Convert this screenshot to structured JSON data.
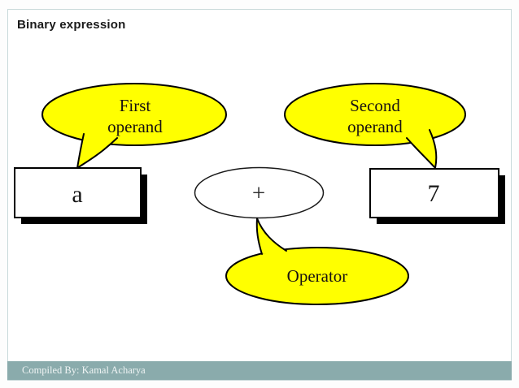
{
  "slide": {
    "title": "Binary expression",
    "footer": "Compiled By: Kamal Acharya"
  },
  "diagram": {
    "callouts": {
      "first": {
        "lines": [
          "First",
          "operand"
        ]
      },
      "second": {
        "lines": [
          "Second",
          "operand"
        ]
      },
      "operator": {
        "lines": [
          "Operator"
        ]
      }
    },
    "operand_left": "a",
    "operand_right": "7",
    "operator_symbol": "+"
  },
  "colors": {
    "callout_fill": "#FFFF00",
    "outline": "#000000",
    "footer_bar": "#8AABAC",
    "slide_border": "#C9D9DA",
    "title_text": "#1B1B1B",
    "footer_text": "#EFF4F4"
  }
}
